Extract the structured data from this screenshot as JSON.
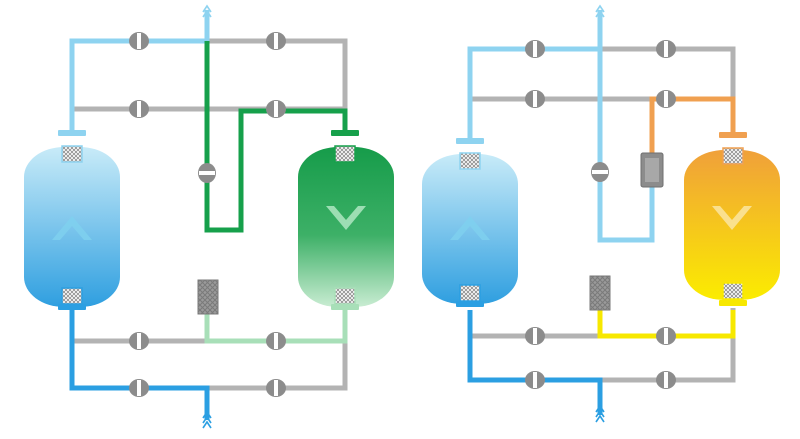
{
  "colors": {
    "background": "#ffffff",
    "pipe_grey": "#b3b3b3",
    "pipe_light_blue": "#8ed3f0",
    "pipe_blue": "#2b9fe2",
    "pipe_green": "#16a04b",
    "pipe_light_green": "#a8dfb8",
    "pipe_orange": "#f0a050",
    "pipe_yellow": "#f7e800",
    "valve_grey": "#8c8c8c",
    "tower_blue_top": "#c8ebf8",
    "tower_blue_bottom": "#2f9fe0",
    "tower_green_top": "#169c4a",
    "tower_green_bottom": "#c9ecd2",
    "tower_orange_top": "#f0a03a",
    "tower_orange_bottom": "#fbec00",
    "filter_grey": "#9a9a9a"
  },
  "diagrams": [
    {
      "name": "left-dryer-system",
      "towers": [
        {
          "name": "left-tower",
          "state": "regenerating",
          "flow": "up",
          "icon": "chevron-up-icon"
        },
        {
          "name": "right-tower",
          "state": "drying",
          "flow": "down",
          "icon": "chevron-down-icon"
        }
      ]
    },
    {
      "name": "right-dryer-system",
      "towers": [
        {
          "name": "left-tower",
          "state": "regenerating",
          "flow": "up",
          "icon": "chevron-up-icon"
        },
        {
          "name": "right-tower",
          "state": "heating",
          "flow": "down",
          "icon": "chevron-down-icon"
        }
      ]
    }
  ]
}
